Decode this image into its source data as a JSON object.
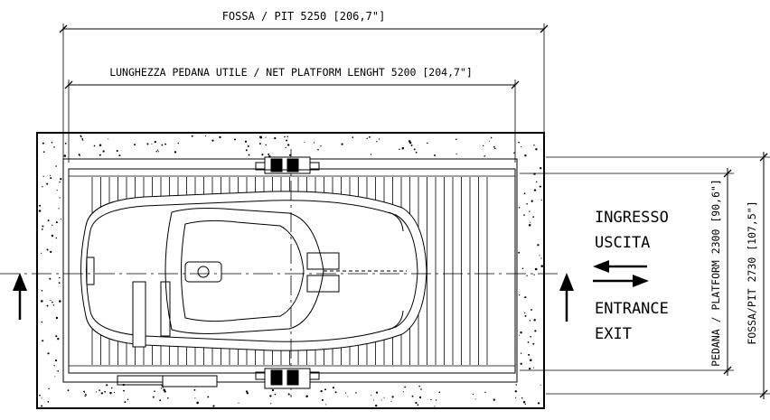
{
  "dimensions": {
    "pit_length": "FOSSA / PIT 5250 [206,7\"]",
    "platform_length": "LUNGHEZZA PEDANA UTILE / NET PLATFORM LENGHT 5200 [204,7\"]",
    "platform_width": "PEDANA / PLATFORM  2300 [90,6\"]",
    "pit_width": "FOSSA/PIT 2730 [107,5\"]"
  },
  "legend": {
    "it_line1": "INGRESSO",
    "it_line2": "USCITA",
    "en_line1": "ENTRANCE",
    "en_line2": "EXIT"
  }
}
